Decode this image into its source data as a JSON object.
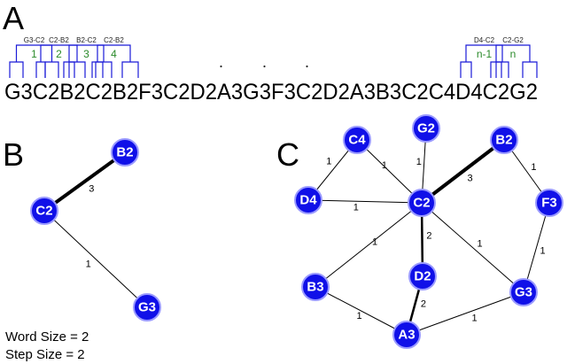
{
  "panels": {
    "a": "A",
    "b": "B",
    "c": "C"
  },
  "sequence": "G3C2B2C2B2F3C2D2A3G3F3C2D2A3B3C2C4D4C2G2",
  "ellipsis_dots": [
    ".",
    ".",
    "."
  ],
  "brackets": [
    {
      "label": "G3-C2",
      "num": "1"
    },
    {
      "label": "C2-B2",
      "num": "2"
    },
    {
      "label": "B2-C2",
      "num": "3"
    },
    {
      "label": "C2-B2",
      "num": "4"
    },
    {
      "label": "D4-C2",
      "num": "n-1"
    },
    {
      "label": "C2-G2",
      "num": "n"
    }
  ],
  "graph_b": {
    "nodes": [
      "B2",
      "C2",
      "G3"
    ],
    "edges": [
      {
        "from": "C2",
        "to": "B2",
        "weight": "3"
      },
      {
        "from": "C2",
        "to": "G3",
        "weight": "1"
      }
    ]
  },
  "graph_c": {
    "nodes": [
      "C4",
      "G2",
      "B2",
      "D4",
      "C2",
      "F3",
      "D2",
      "B3",
      "G3",
      "A3"
    ],
    "edges": [
      {
        "from": "C2",
        "to": "B2",
        "weight": "3"
      },
      {
        "from": "C2",
        "to": "C4",
        "weight": "1"
      },
      {
        "from": "C2",
        "to": "G2",
        "weight": "1"
      },
      {
        "from": "C2",
        "to": "D4",
        "weight": "1"
      },
      {
        "from": "C4",
        "to": "D4",
        "weight": "1"
      },
      {
        "from": "B2",
        "to": "F3",
        "weight": "1"
      },
      {
        "from": "F3",
        "to": "G3",
        "weight": "1"
      },
      {
        "from": "C2",
        "to": "D2",
        "weight": "2"
      },
      {
        "from": "C2",
        "to": "B3",
        "weight": "1"
      },
      {
        "from": "C2",
        "to": "G3",
        "weight": "1"
      },
      {
        "from": "D2",
        "to": "A3",
        "weight": "2"
      },
      {
        "from": "B3",
        "to": "A3",
        "weight": "1"
      },
      {
        "from": "A3",
        "to": "G3",
        "weight": "1"
      }
    ]
  },
  "params": {
    "word_size": "Word Size = 2",
    "step_size": "Step Size = 2"
  }
}
